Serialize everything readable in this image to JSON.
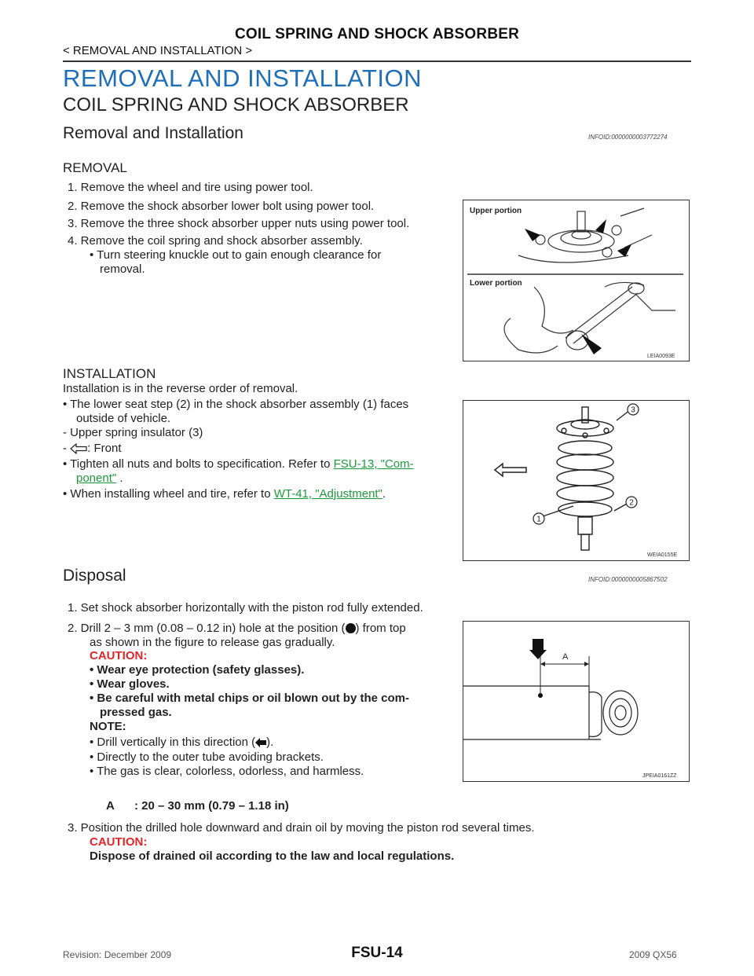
{
  "header": {
    "title": "COIL SPRING AND SHOCK ABSORBER",
    "breadcrumb": "< REMOVAL AND INSTALLATION >"
  },
  "section_title": "REMOVAL AND INSTALLATION",
  "subsection_title": "COIL SPRING AND SHOCK ABSORBER",
  "removal_installation": {
    "heading": "Removal and Installation",
    "infoid": "INFOID:0000000003772274",
    "removal": {
      "heading": "REMOVAL",
      "steps": [
        "1.  Remove the wheel and tire using power tool.",
        "2.  Remove the shock absorber lower bolt using power tool.",
        "3.  Remove the three shock absorber upper nuts using power tool.",
        "4.  Remove the coil spring and shock absorber assembly."
      ],
      "bullet_line1": "•  Turn  steering  knuckle  out  to  gain  enough  clearance  for",
      "bullet_line2": "removal."
    },
    "figure1": {
      "upper_label": "Upper portion",
      "lower_label": "Lower portion",
      "code": "LEIA0093E"
    },
    "installation": {
      "heading": "INSTALLATION",
      "intro": "Installation is in the reverse order of removal.",
      "bullet1_line1": "•  The lower seat step (2) in the shock absorber assembly (1) faces",
      "bullet1_line2": "outside of vehicle.",
      "dash1": "-  Upper spring insulator (3)",
      "dash2_prefix": "-",
      "dash2_text": ": Front",
      "bullet2_prefix": "•  Tighten all nuts and bolts to specification. Refer to ",
      "bullet2_link_a": "FSU-13, \"Com-",
      "bullet2_link_b": "ponent\"",
      "bullet2_suffix": " .",
      "bullet3_prefix": "•  When installing wheel and tire, refer to ",
      "bullet3_link": "WT-41, \"Adjustment\"",
      "bullet3_suffix": "."
    },
    "figure2": {
      "callout1": "1",
      "callout2": "2",
      "callout3": "3",
      "code": "WEIA0155E"
    }
  },
  "disposal": {
    "heading": "Disposal",
    "infoid": "INFOID:0000000005867502",
    "step1": "1.  Set shock absorber horizontally with the piston rod fully extended.",
    "step2_a": "2.  Drill 2 – 3 mm (0.08 – 0.12 in) hole at the position (",
    "step2_b": ") from top",
    "step2_line2": "as shown in the figure to release gas gradually.",
    "caution_label": "CAUTION:",
    "caution_items": [
      "•  Wear eye protection (safety glasses).",
      "•  Wear gloves.",
      "•  Be  careful  with  metal  chips  or  oil  blown  out  by  the  com-",
      "pressed gas."
    ],
    "note_label": "NOTE:",
    "note1_a": "•  Drill vertically in this direction (",
    "note1_b": ").",
    "note2": "•  Directly to the outer tube avoiding brackets.",
    "note3": "•  The gas is clear, colorless, odorless, and harmless.",
    "figure3": {
      "label_a": "A",
      "code": "JPEIA0161ZZ"
    },
    "spec_label": "A",
    "spec_value": ": 20 – 30 mm (0.79 – 1.18 in)",
    "step3": "3.  Position the drilled hole downward and drain oil by moving the piston rod several times.",
    "caution2_label": "CAUTION:",
    "caution2_text": "Dispose of drained oil according to the law and local regulations."
  },
  "footer": {
    "revision": "Revision: December 2009",
    "page": "FSU-14",
    "model": "2009 QX56"
  }
}
